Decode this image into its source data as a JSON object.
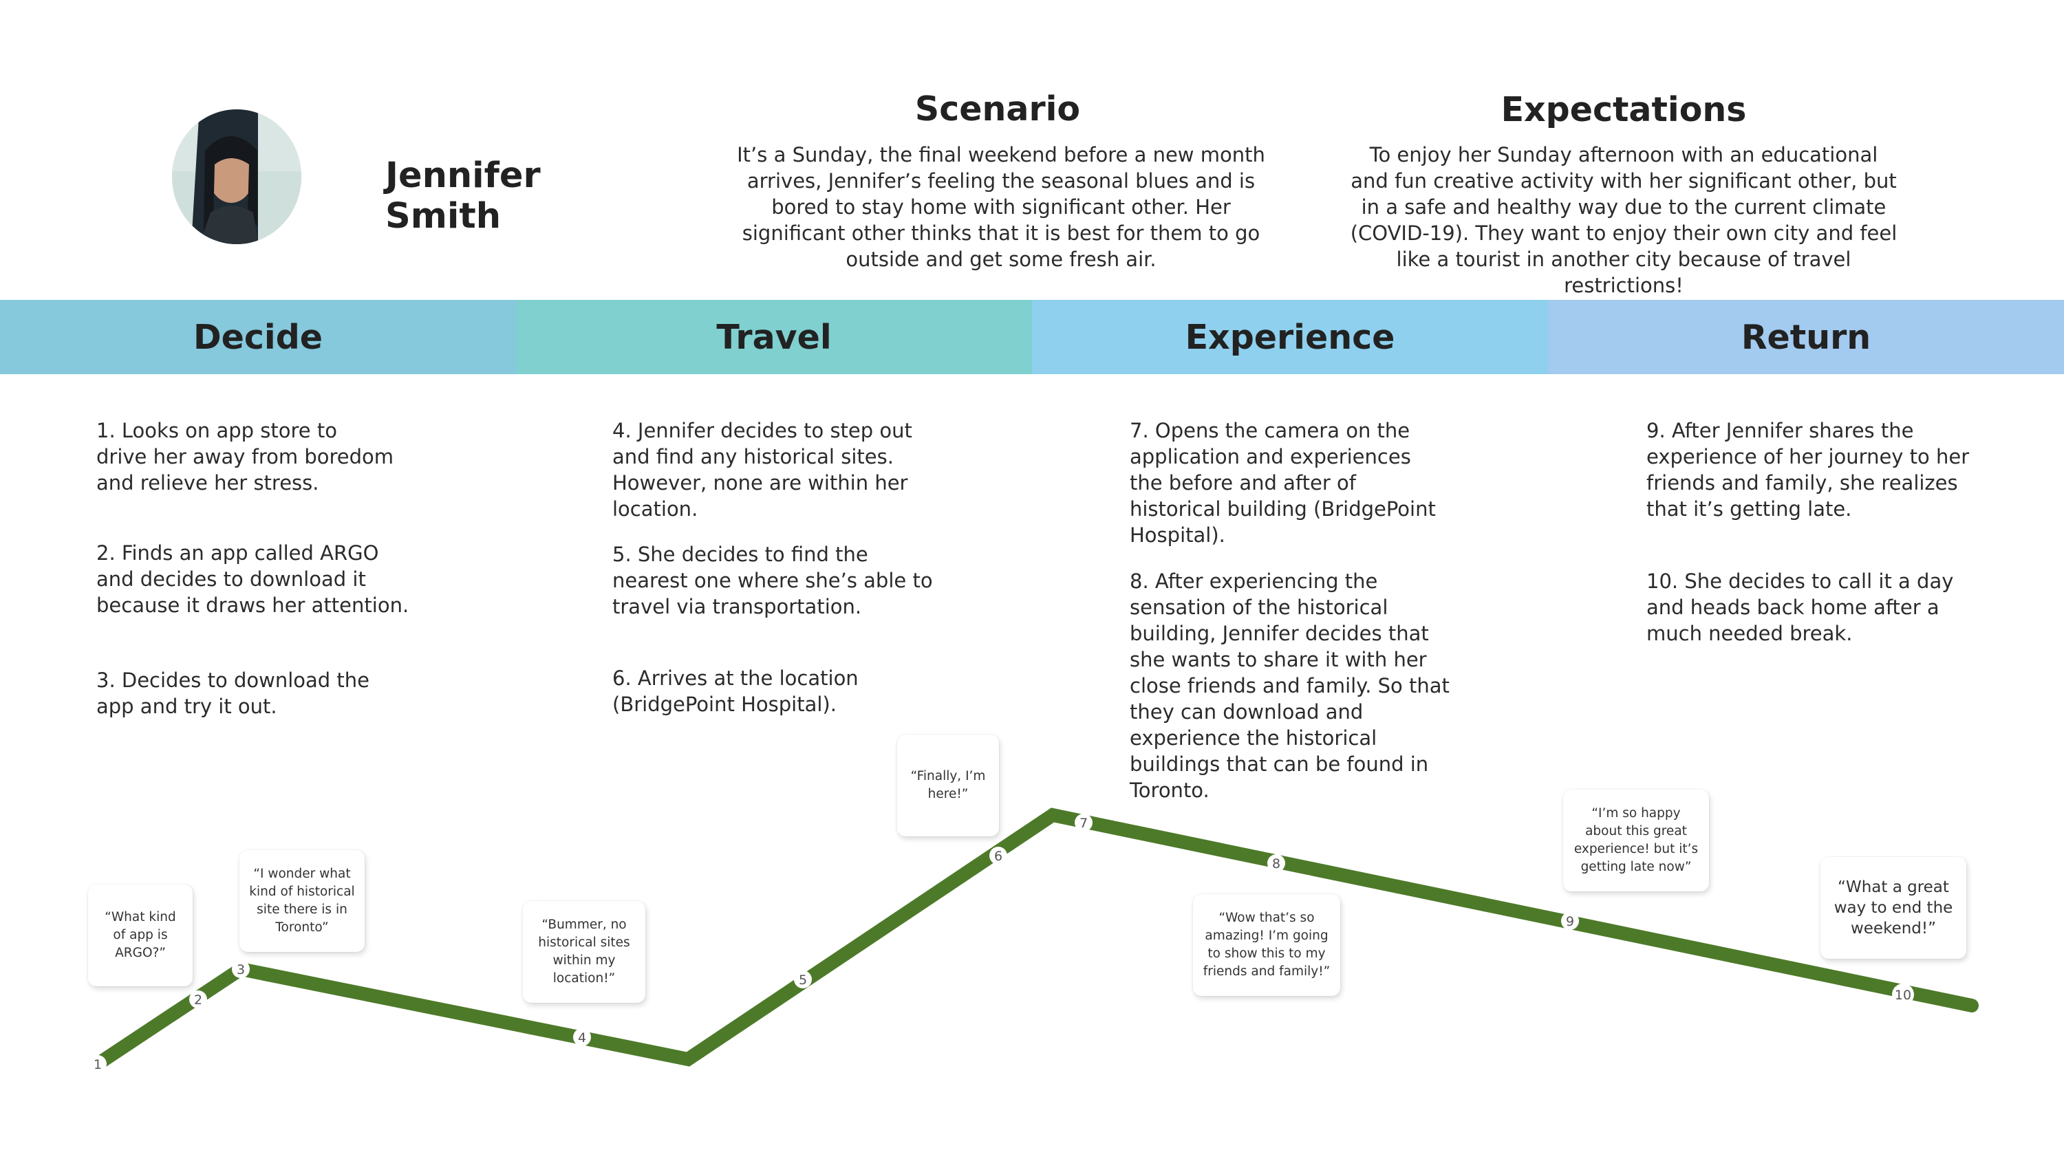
{
  "persona": {
    "name": "Jennifer Smith"
  },
  "scenario": {
    "title": "Scenario",
    "body": "It’s a Sunday, the final weekend before a new month arrives, Jennifer’s feeling the seasonal blues and is bored to stay home with significant other. Her significant other thinks that it is best for them to go outside and get some fresh air."
  },
  "expectations": {
    "title": "Expectations",
    "body": "To enjoy her Sunday afternoon with an educational and fun creative activity with her significant other, but in a safe and healthy way due to the current climate (COVID-19). They want to enjoy their own city and feel like a tourist in another city because of travel restrictions!"
  },
  "phases": [
    {
      "label": "Decide",
      "color": "#86c8dc"
    },
    {
      "label": "Travel",
      "color": "#80d0d0"
    },
    {
      "label": "Experience",
      "color": "#8ed0ee"
    },
    {
      "label": "Return",
      "color": "#a3caef"
    }
  ],
  "steps": [
    "1. Looks on app store to\ndrive her away from boredom and relieve her stress.",
    "2. Finds an app called ARGO and decides to download it because it draws her attention.",
    "3. Decides to download the app and try it out.",
    "4. Jennifer decides to step out and find any historical sites. However, none are within her location.",
    "5. She decides to find the nearest one where she’s able to travel via transportation.",
    "6. Arrives at the location (BridgePoint Hospital).",
    "7. Opens the camera on the application and experiences the before and after of historical building (BridgePoint Hospital).",
    "8. After experiencing the sensation of the historical building, Jennifer decides that she wants to share it with her close friends and family. So that they can download and experience the historical buildings that can be found in Toronto.",
    "9. After Jennifer shares the experience of her journey to her friends and family, she realizes that it’s getting late.",
    "10. She decides to call it a day and heads back home after a much needed break."
  ],
  "quotes": [
    "“What kind of app is ARGO?”",
    "“I wonder what kind of historical site there is in Toronto”",
    "“Bummer, no historical sites within my location!”",
    "“Finally, I’m here!”",
    "“Wow that’s so amazing! I’m going to show this to my friends and family!”",
    "“I’m so happy about this great experience! but it’s getting late now”",
    "“What a great way to end the weekend!”"
  ],
  "journey": {
    "line_color": "#4d7a29",
    "point_labels": [
      "1",
      "2",
      "3",
      "4",
      "5",
      "6",
      "7",
      "8",
      "9",
      "10"
    ]
  }
}
